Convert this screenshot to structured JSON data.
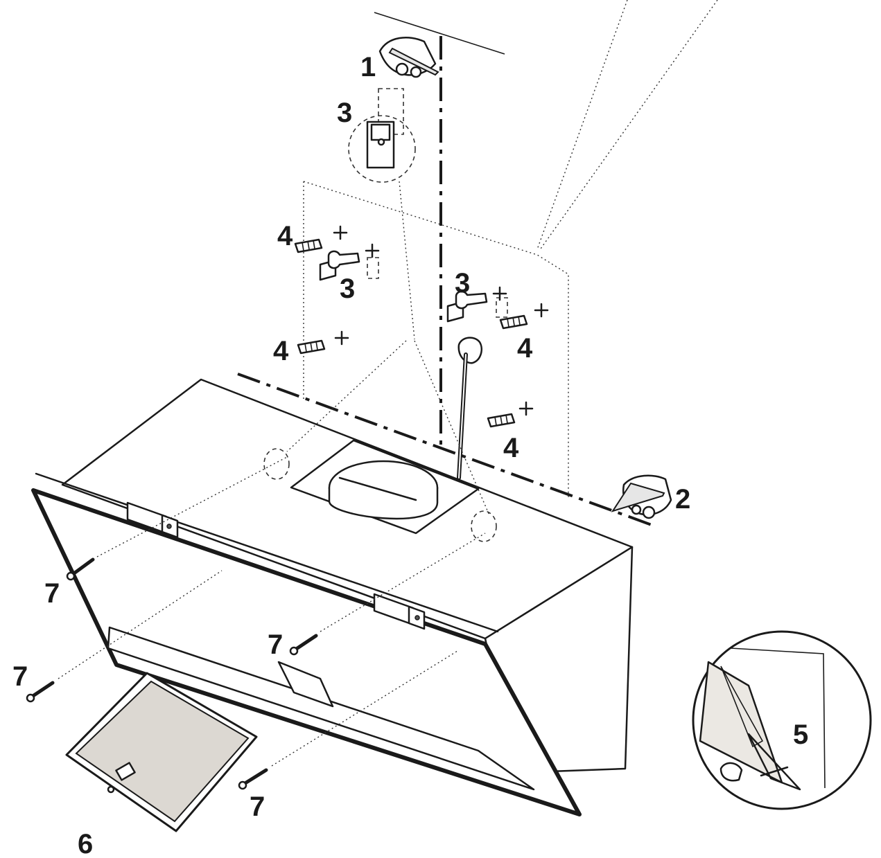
{
  "diagram": {
    "callouts": {
      "c1": "1",
      "c2": "2",
      "c3a": "3",
      "c3b": "3",
      "c3c": "3",
      "c4a": "4",
      "c4b": "4",
      "c4c": "4",
      "c4d": "4",
      "c5": "5",
      "c6": "6",
      "c7a": "7",
      "c7b": "7",
      "c7c": "7",
      "c7d": "7"
    }
  }
}
